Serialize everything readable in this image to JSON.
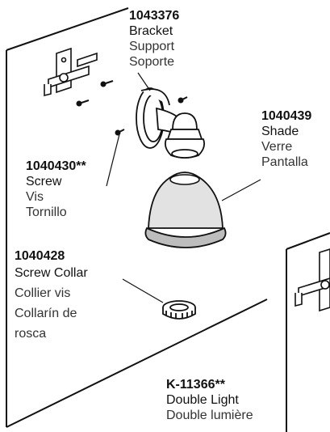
{
  "parts": [
    {
      "id": "bracket",
      "number": "1043376",
      "en": "Bracket",
      "fr": "Support",
      "es": "Soporte"
    },
    {
      "id": "shade",
      "number": "1040439",
      "en": "Shade",
      "fr": "Verre",
      "es": "Pantalla"
    },
    {
      "id": "screw",
      "number": "1040430**",
      "en": "Screw",
      "fr": "Vis",
      "es": "Tornillo"
    },
    {
      "id": "collar",
      "number": "1040428",
      "en": "Screw Collar",
      "fr": "Collier vis",
      "es_line1": "Collarín de",
      "es_line2": "rosca"
    }
  ],
  "model": {
    "number": "K-11366**",
    "en": "Double Light",
    "fr": "Double lumière"
  },
  "colors": {
    "line": "#111111",
    "fill": "#ffffff",
    "shade_grey": "#cfcfcf"
  }
}
